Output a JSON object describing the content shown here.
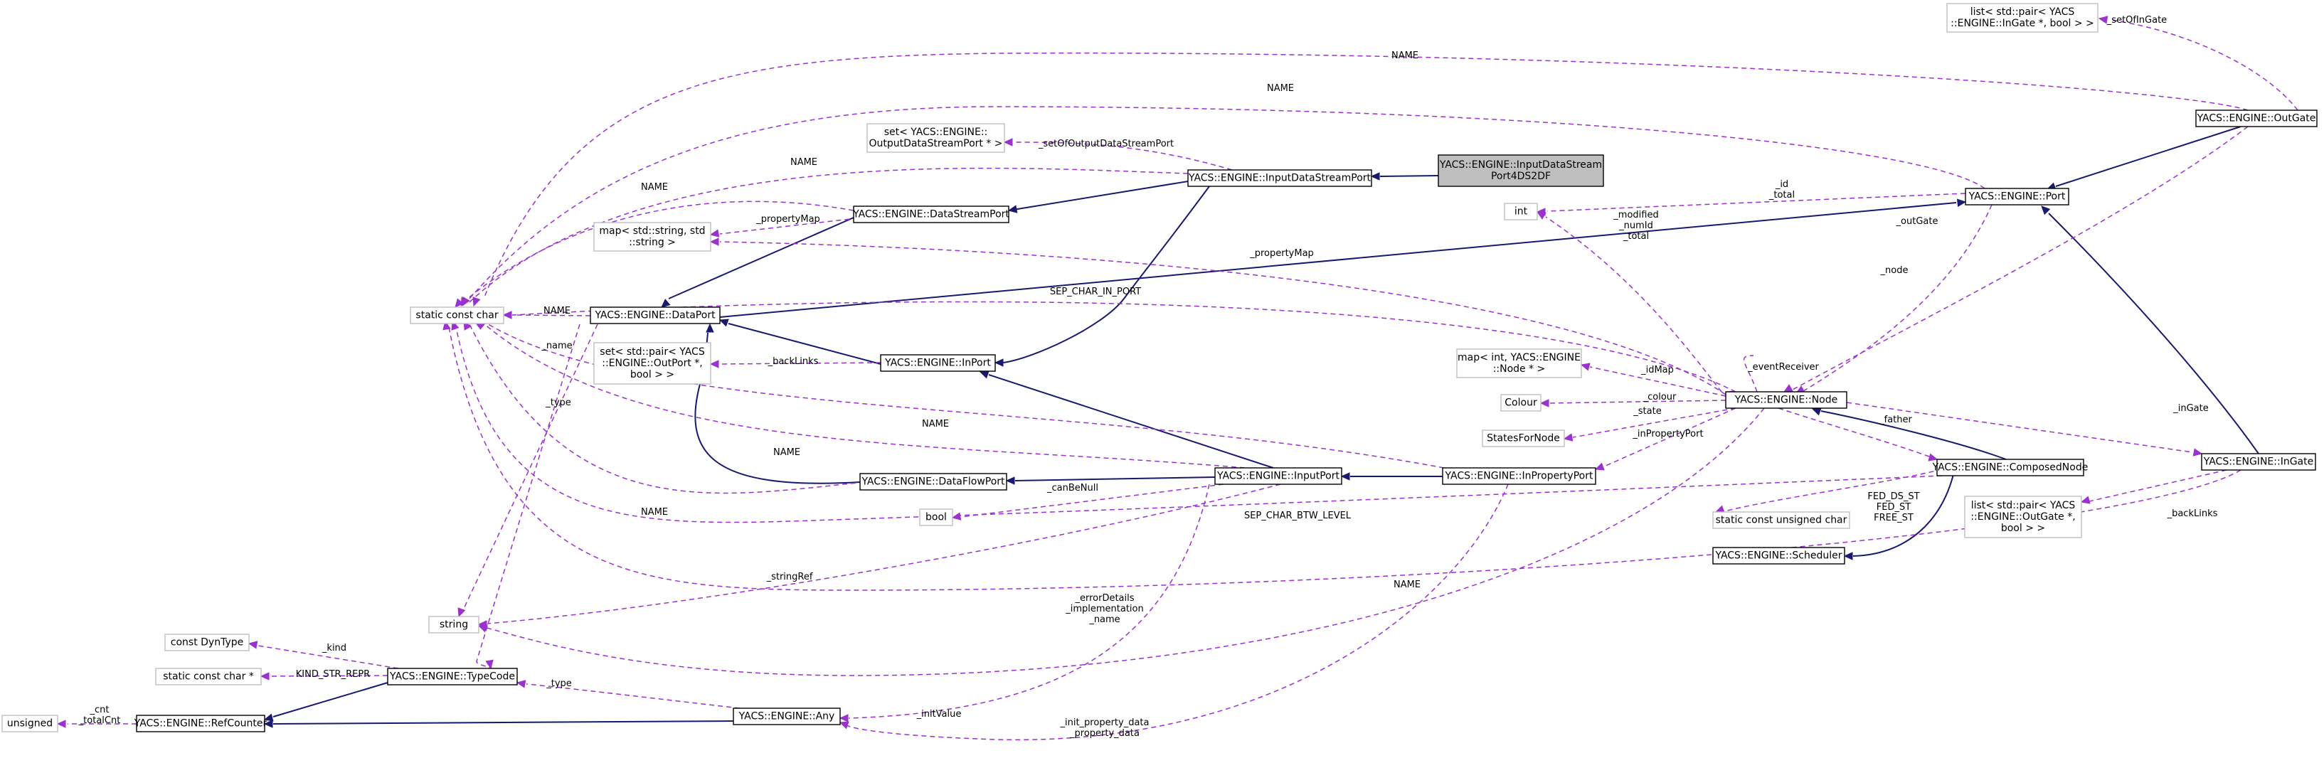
{
  "nodes": {
    "list_ingate": [
      "list< std::pair< YACS",
      "::ENGINE::InGate *, bool > >"
    ],
    "outgate": [
      "YACS::ENGINE::OutGate"
    ],
    "set_output": [
      "set< YACS::ENGINE::",
      "OutputDataStreamPort * >"
    ],
    "input_stream": [
      "YACS::ENGINE::InputDataStreamPort"
    ],
    "input_4ds2df": [
      "YACS::ENGINE::InputDataStream",
      "Port4DS2DF"
    ],
    "port": [
      "YACS::ENGINE::Port"
    ],
    "int": [
      "int"
    ],
    "data_stream": [
      "YACS::ENGINE::DataStreamPort"
    ],
    "map_str": [
      "map< std::string, std",
      "::string >"
    ],
    "static_char": [
      "static const char"
    ],
    "data_port": [
      "YACS::ENGINE::DataPort"
    ],
    "set_outport": [
      "set< std::pair< YACS",
      "::ENGINE::OutPort *,",
      "bool > >"
    ],
    "in_port": [
      "YACS::ENGINE::InPort"
    ],
    "map_int": [
      "map< int, YACS::ENGINE",
      "::Node * >"
    ],
    "colour": [
      "Colour"
    ],
    "node": [
      "YACS::ENGINE::Node"
    ],
    "states": [
      "StatesForNode"
    ],
    "composed": [
      "YACS::ENGINE::ComposedNode"
    ],
    "ingate": [
      "YACS::ENGINE::InGate"
    ],
    "dataflow": [
      "YACS::ENGINE::DataFlowPort"
    ],
    "input_port": [
      "YACS::ENGINE::InputPort"
    ],
    "in_property": [
      "YACS::ENGINE::InPropertyPort"
    ],
    "bool": [
      "bool"
    ],
    "static_uchar": [
      "static const unsigned char"
    ],
    "list_outgate": [
      "list< std::pair< YACS",
      "::ENGINE::OutGate *,",
      "bool > >"
    ],
    "scheduler": [
      "YACS::ENGINE::Scheduler"
    ],
    "string": [
      "string"
    ],
    "dyntype": [
      "const DynType"
    ],
    "static_charp": [
      "static const char *"
    ],
    "typecode": [
      "YACS::ENGINE::TypeCode"
    ],
    "unsigned": [
      "unsigned"
    ],
    "refcounter": [
      "YACS::ENGINE::RefCounter"
    ],
    "any": [
      "YACS::ENGINE::Any"
    ]
  },
  "edge_labels": {
    "setOfInGate": [
      "_setOfInGate"
    ],
    "name_top": [
      "NAME"
    ],
    "name_port": [
      "NAME"
    ],
    "setOfOutputDataStreamPort": [
      "_setOfOutputDataStreamPort"
    ],
    "name_ids": [
      "NAME"
    ],
    "name_ds": [
      "NAME"
    ],
    "id_total": [
      "_id",
      "_total"
    ],
    "propertyMap_ds": [
      "_propertyMap"
    ],
    "modified": [
      "_modified",
      "_numId",
      "_total"
    ],
    "outGate": [
      "_outGate"
    ],
    "propertyMap_node": [
      "_propertyMap"
    ],
    "node": [
      "_node"
    ],
    "sep_in_port": [
      "SEP_CHAR_IN_PORT"
    ],
    "name_dp": [
      "NAME"
    ],
    "name_str": [
      "_name"
    ],
    "backLinks_in": [
      "_backLinks"
    ],
    "type_tc": [
      "_type"
    ],
    "eventReceiver": [
      "_eventReceiver"
    ],
    "idMap": [
      "_idMap"
    ],
    "colour": [
      "_colour"
    ],
    "inGate": [
      "_inGate"
    ],
    "state": [
      "_state"
    ],
    "name_ipp": [
      "NAME"
    ],
    "inPropertyPort": [
      "_inPropertyPort"
    ],
    "father": [
      "_father"
    ],
    "name_ip": [
      "NAME"
    ],
    "fed": [
      "FED_DS_ST",
      "FED_ST",
      "FREE_ST"
    ],
    "backLinks_gate": [
      "_backLinks"
    ],
    "name_df": [
      "NAME"
    ],
    "canBeNull": [
      "_canBeNull"
    ],
    "sep_btw": [
      "SEP_CHAR_BTW_LEVEL"
    ],
    "stringRef": [
      "_stringRef"
    ],
    "name_ingate": [
      "NAME"
    ],
    "errorDetails": [
      "_errorDetails",
      "_implementation",
      "_name"
    ],
    "kind": [
      "_kind"
    ],
    "kind_repr": [
      "KIND_STR_REPR"
    ],
    "type_any": [
      "_type"
    ],
    "cnt": [
      "_cnt",
      "_totalCnt"
    ],
    "initValue": [
      "_initValue"
    ],
    "init_prop": [
      "_init_property_data",
      "_property_data"
    ]
  }
}
